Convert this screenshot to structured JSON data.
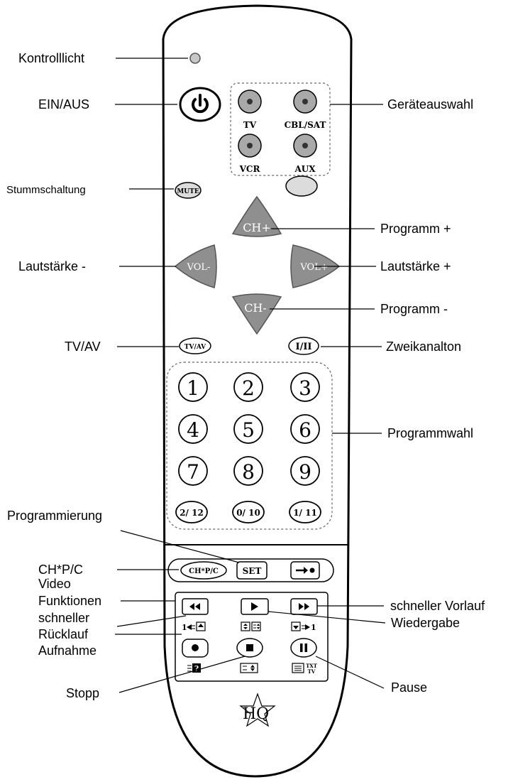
{
  "labels": {
    "kontrolllicht": "Kontrolllicht",
    "ein_aus": "EIN/AUS",
    "stummschaltung": "Stummschaltung",
    "lautstaerke_minus": "Lautstärke -",
    "tv_av": "TV/AV",
    "programmierung": "Programmierung",
    "chpc": "CH*P/C",
    "video": "Video",
    "funktionen": "Funktionen",
    "schneller": "schneller",
    "ruecklauf": "Rücklauf",
    "aufnahme": "Aufnahme",
    "stopp": "Stopp",
    "geraeteauswahl": "Geräteauswahl",
    "programm_plus": "Programm +",
    "lautstaerke_plus": "Lautstärke +",
    "programm_minus": "Programm -",
    "zweikanalton": "Zweikanalton",
    "programmwahl": "Programmwahl",
    "schneller_vorlauf": "schneller Vorlauf",
    "wiedergabe": "Wiedergabe",
    "pause": "Pause"
  },
  "buttons": {
    "tv": "TV",
    "cbl_sat": "CBL/SAT",
    "vcr": "VCR",
    "aux": "AUX",
    "mute": "MUTE",
    "ch_plus": "CH+",
    "ch_minus": "CH-",
    "vol_minus": "VOL-",
    "vol_plus": "VOL+",
    "tv_av": "TV/AV",
    "dual": "I/II",
    "d1": "1",
    "d2": "2",
    "d3": "3",
    "d4": "4",
    "d5": "5",
    "d6": "6",
    "d7": "7",
    "d8": "8",
    "d9": "9",
    "d2_12": "2/ 12",
    "d0_10": "0/ 10",
    "d1_11": "1/ 11",
    "chpc": "CH*P/C",
    "set": "SET",
    "txt": "TXT",
    "tv_small": "TV"
  },
  "brand": "HQ"
}
